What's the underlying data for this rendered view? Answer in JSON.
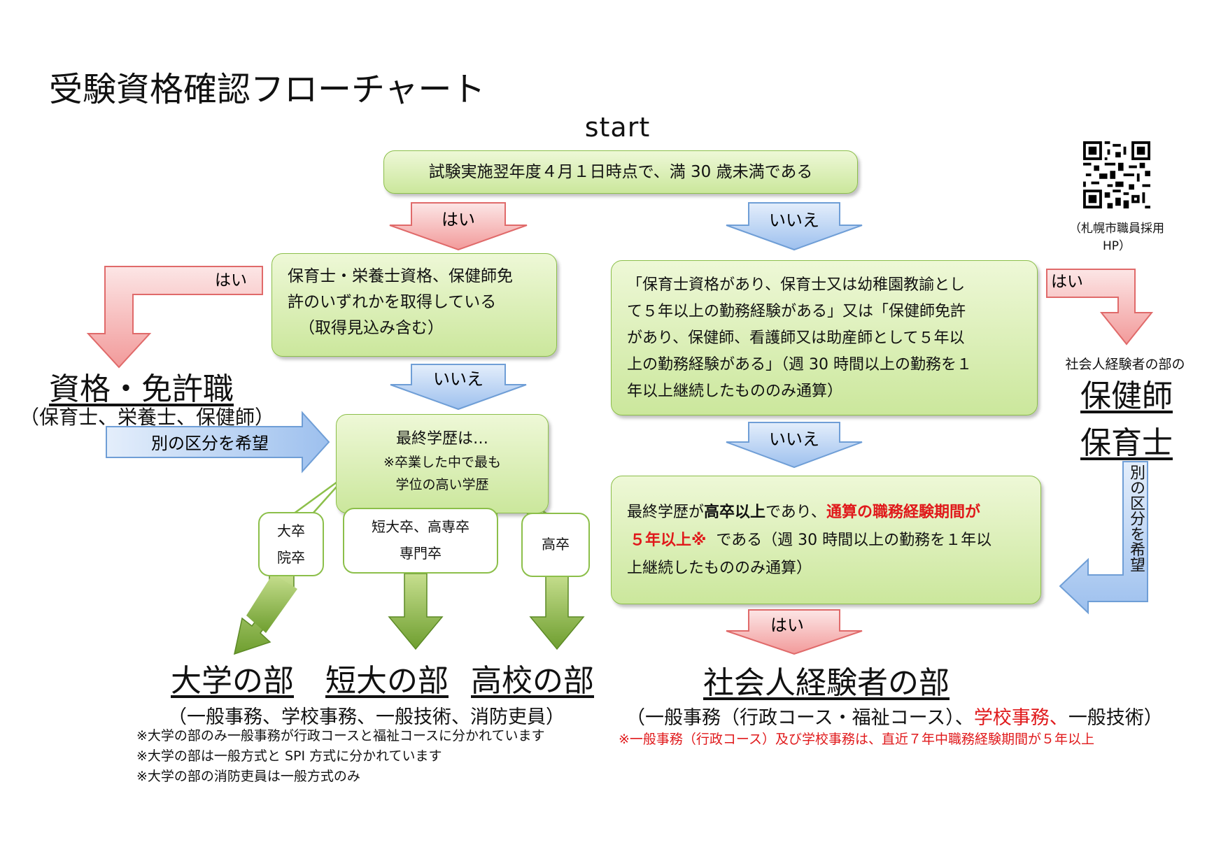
{
  "title": "受験資格確認フローチャート",
  "start_label": "start",
  "qr": {
    "caption": "（札幌市職員採用 HP）"
  },
  "q1": {
    "text": "試験実施翌年度４月１日時点で、満 30 歳未満である"
  },
  "q1_yes": "はい",
  "q1_no": "いいえ",
  "q2": {
    "line1": "保育士・栄養士資格、保健師免",
    "line2": "許のいずれかを取得している",
    "line3": "（取得見込み含む）"
  },
  "q2_yes": "はい",
  "q2_no": "いいえ",
  "license": {
    "title": "資格・免許職",
    "sub": "（保育士、栄養士、保健師）"
  },
  "license_other": "別の区分を希望",
  "q3": {
    "line1": "最終学歴は…",
    "line2": "※卒業した中で最も",
    "line3": "学位の高い学歴"
  },
  "edu": {
    "univ": [
      "大卒",
      "院卒"
    ],
    "junior": [
      "短大卒、高専卒",
      "専門卒"
    ],
    "high": [
      "高卒"
    ]
  },
  "divisions": {
    "univ": "大学の部",
    "junior": "短大の部",
    "high": "高校の部",
    "sub": "（一般事務、学校事務、一般技術、消防吏員）",
    "notes": [
      "※大学の部のみ一般事務が行政コースと福祉コースに分かれています",
      "※大学の部は一般方式と SPI 方式に分かれています",
      "※大学の部の消防吏員は一般方式のみ"
    ]
  },
  "q4": {
    "lines": [
      "「保育士資格があり、保育士又は幼稚園教諭とし",
      "て５年以上の勤務経験がある」又は「保健師免許",
      "があり、保健師、看護師又は助産師として５年以",
      "上の勤務経験がある」（週 30 時間以上の勤務を１",
      "年以上継続したもののみ通算）"
    ]
  },
  "q4_yes": "はい",
  "q4_no": "いいえ",
  "exp_title": {
    "pre": "社会人経験者の部の",
    "line1": "保健師",
    "line2": "保育士"
  },
  "exp_other": "別の区分を希望",
  "q5": {
    "a": "最終学歴が",
    "b": "高卒以上",
    "c": "であり、",
    "d": "通算の職務経験期間が",
    "e": "５年以上※",
    "f": "である（週 30 時間以上の勤務を１年以",
    "g": "上継続したもののみ通算）"
  },
  "q5_yes": "はい",
  "experienced": {
    "title": "社会人経験者の部",
    "sub_a": "（一般事務（行政コース・福祉コース）、",
    "sub_b": "学校事務、",
    "sub_c": "一般技術）",
    "note": "※一般事務（行政コース）及び学校事務は、直近７年中職務経験期間が５年以上"
  },
  "colors": {
    "box_fill_top": "#eef8d7",
    "box_fill_bottom": "#cbe79c",
    "box_border": "#8cbf4a",
    "red_arrow": "#f6a3a3",
    "blue_arrow": "#a9c8ee",
    "green_arrow": "#7aa83a",
    "red_text": "#e0191b"
  }
}
